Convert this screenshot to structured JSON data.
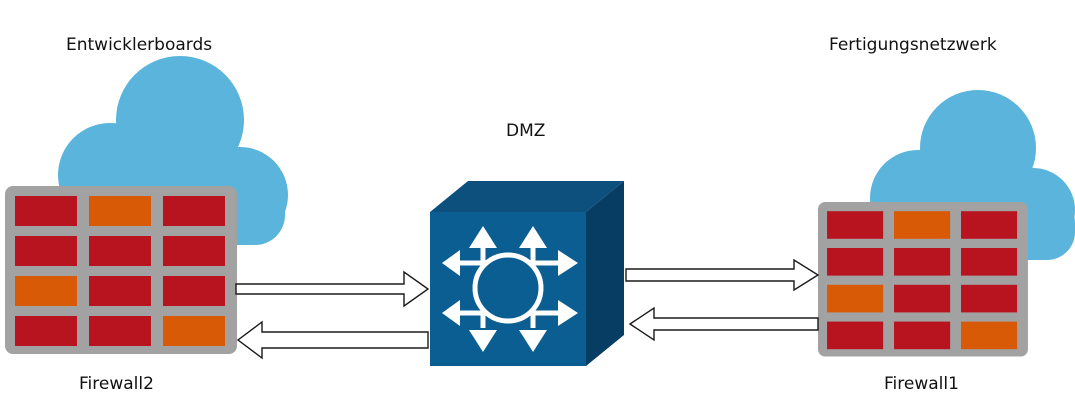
{
  "labels": {
    "left_network": "Entwicklerboards",
    "right_network": "Fertigungsnetzwerk",
    "center_zone": "DMZ",
    "left_firewall": "Firewall2",
    "right_firewall": "Firewall1"
  },
  "colors": {
    "cloud": "#5ab4db",
    "wall_frame": "#a2a2a2",
    "brick_red": "#b8141f",
    "brick_orange": "#d95a06",
    "switch_front": "#0a5e91",
    "switch_top": "#0d4f7d",
    "switch_side": "#083d63",
    "arrow_fill": "#ffffff",
    "arrow_stroke": "#1a1a1a"
  },
  "icons": {
    "left_cloud": "cloud-icon",
    "right_cloud": "cloud-icon",
    "left_firewall": "brick-wall-firewall-icon",
    "right_firewall": "brick-wall-firewall-icon",
    "dmz_switch": "layer3-switch-icon"
  }
}
